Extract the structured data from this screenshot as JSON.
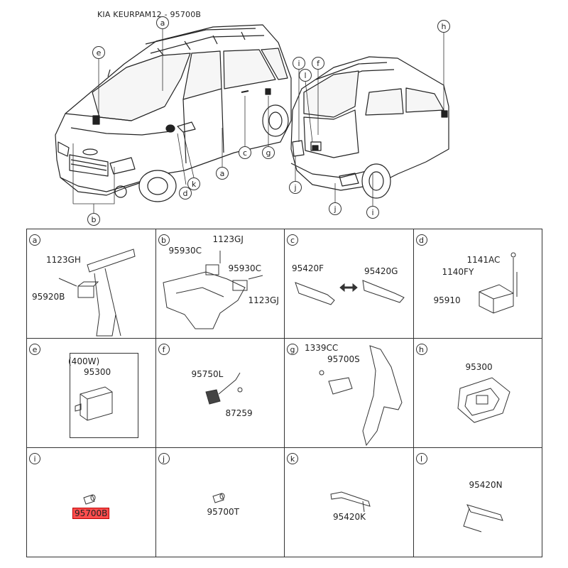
{
  "title": "KIA KEURPAM12 - 95700B",
  "top_callouts": {
    "a1": "a",
    "e": "e",
    "c": "c",
    "g": "g",
    "a2": "a",
    "d": "d",
    "k": "k",
    "b": "b",
    "i1": "i",
    "l": "l",
    "f": "f",
    "h": "h",
    "j1": "j",
    "j2": "j",
    "i2": "i"
  },
  "cells": [
    {
      "tag": "a",
      "labels": [
        "1123GH",
        "95920B"
      ]
    },
    {
      "tag": "b",
      "labels": [
        "1123GJ",
        "95930C",
        "95930C",
        "1123GJ"
      ]
    },
    {
      "tag": "c",
      "labels": [
        "95420F",
        "95420G"
      ]
    },
    {
      "tag": "d",
      "labels": [
        "1141AC",
        "1140FY",
        "95910"
      ]
    },
    {
      "tag": "e",
      "labels": [
        "(400W)",
        "95300"
      ]
    },
    {
      "tag": "f",
      "labels": [
        "95750L",
        "87259"
      ]
    },
    {
      "tag": "g",
      "labels": [
        "1339CC",
        "95700S"
      ]
    },
    {
      "tag": "h",
      "labels": [
        "95300"
      ]
    },
    {
      "tag": "i",
      "labels": [
        "95700B"
      ]
    },
    {
      "tag": "j",
      "labels": [
        "95700T"
      ]
    },
    {
      "tag": "k",
      "labels": [
        "95420K"
      ]
    },
    {
      "tag": "l",
      "labels": [
        "95420N"
      ]
    }
  ],
  "colors": {
    "highlight": "#ff4d4d"
  }
}
